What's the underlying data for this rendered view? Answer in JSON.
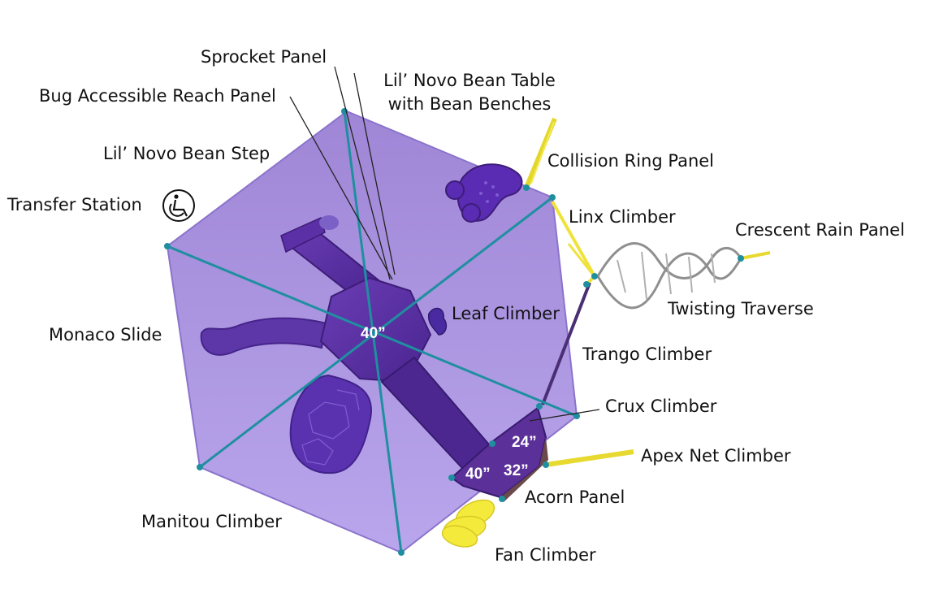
{
  "labels": {
    "sprocket_panel": "Sprocket Panel",
    "bug_panel": "Bug Accessible Reach Panel",
    "bean_table_1": "Lil’ Novo Bean Table",
    "bean_table_2": "with Bean Benches",
    "bean_step": "Lil’ Novo Bean Step",
    "collision_ring": "Collision Ring Panel",
    "transfer_station": "Transfer Station",
    "linx_climber": "Linx Climber",
    "crescent_rain": "Crescent Rain Panel",
    "twisting_traverse": "Twisting Traverse",
    "leaf_climber": "Leaf Climber",
    "monaco_slide": "Monaco Slide",
    "trango_climber": "Trango Climber",
    "crux_climber": "Crux Climber",
    "apex_net": "Apex Net Climber",
    "acorn_panel": "Acorn Panel",
    "manitou_climber": "Manitou Climber",
    "fan_climber": "Fan Climber"
  },
  "dimensions": {
    "main_deck": "40”",
    "small_deck_a": "24”",
    "small_deck_b": "32”",
    "small_deck_c": "40”"
  },
  "icons": {
    "accessible": "wheelchair-icon"
  },
  "colors": {
    "zone": "#a58fdb",
    "zone_edge": "#8b73cc",
    "structure": "#5a2fa0",
    "structure_dark": "#3d1d78",
    "accent": "#f2e43a",
    "post": "#1f8fa0",
    "text": "#111111"
  }
}
